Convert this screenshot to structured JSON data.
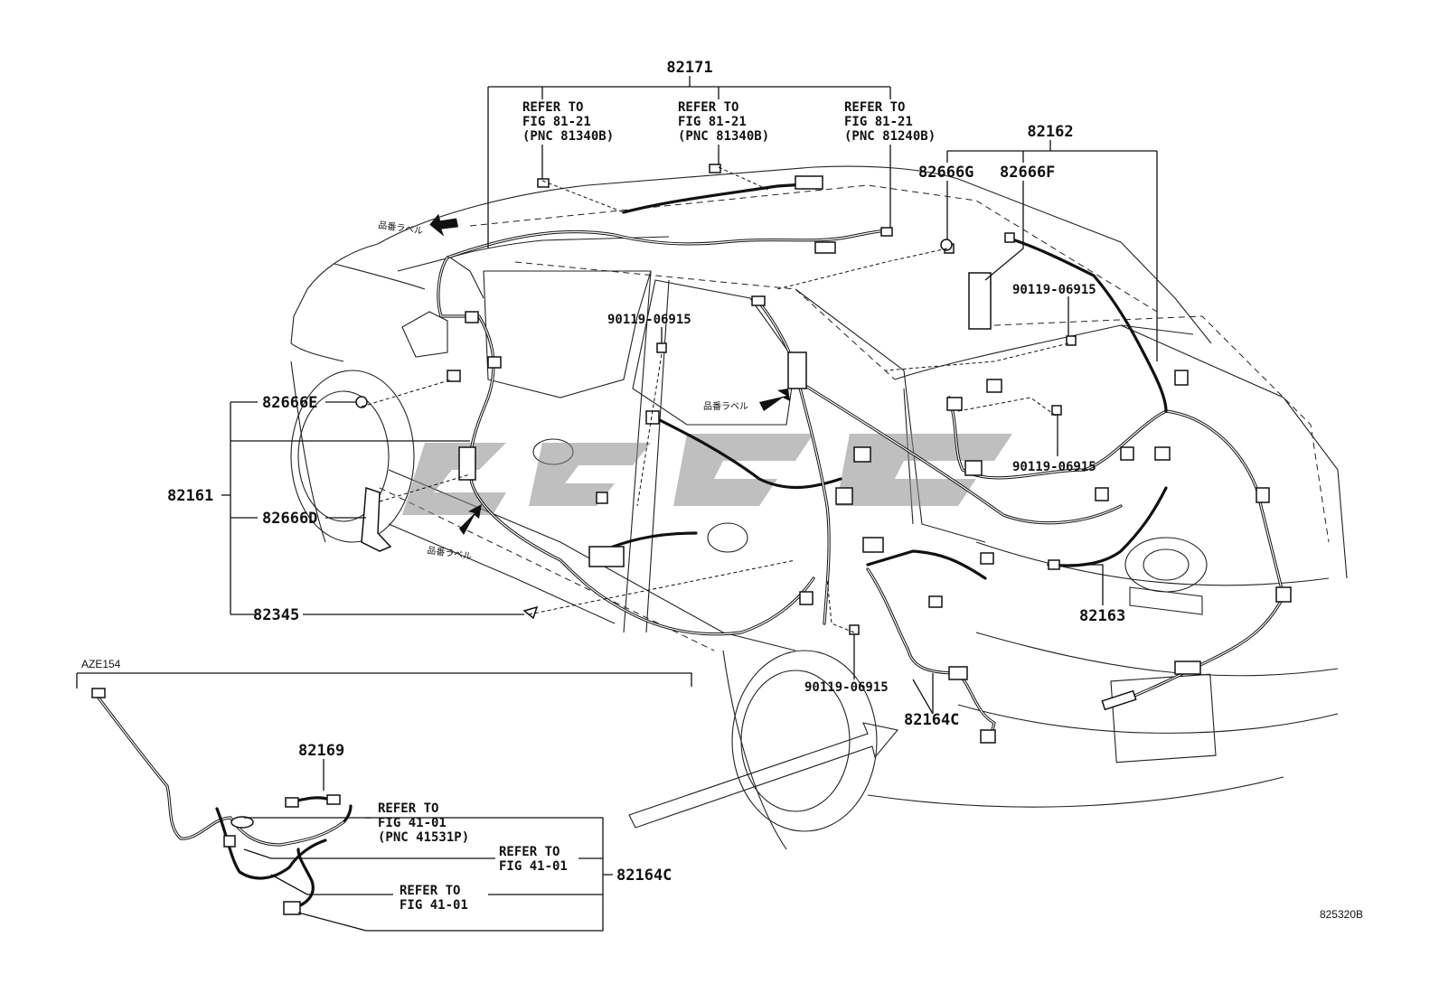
{
  "diagram_code": "825320B",
  "variant_label": "AZE154",
  "japanese_label": "品番ラベル",
  "refs": {
    "r1": [
      "REFER TO",
      "FIG 81-21",
      "(PNC 81340B)"
    ],
    "r2": [
      "REFER TO",
      "FIG 81-21",
      "(PNC 81340B)"
    ],
    "r3": [
      "REFER TO",
      "FIG 81-21",
      "(PNC 81240B)"
    ],
    "r4": [
      "REFER TO",
      "FIG 41-01",
      "(PNC 41531P)"
    ],
    "r5": [
      "REFER TO",
      "FIG 41-01"
    ],
    "r6": [
      "REFER TO",
      "FIG 41-01"
    ]
  },
  "parts": {
    "p82171": "82171",
    "p82162": "82162",
    "p82666G": "82666G",
    "p82666F": "82666F",
    "p90119a": "90119-06915",
    "p90119b": "90119-06915",
    "p90119c": "90119-06915",
    "p90119d": "90119-06915",
    "p82666E": "82666E",
    "p82161": "82161",
    "p82666D": "82666D",
    "p82345": "82345",
    "p82163": "82163",
    "p82164C_a": "82164C",
    "p82164C_b": "82164C",
    "p82169": "82169"
  },
  "colors": {
    "ink": "#111111",
    "watermark": "#8a8a8a",
    "background": "#ffffff"
  }
}
